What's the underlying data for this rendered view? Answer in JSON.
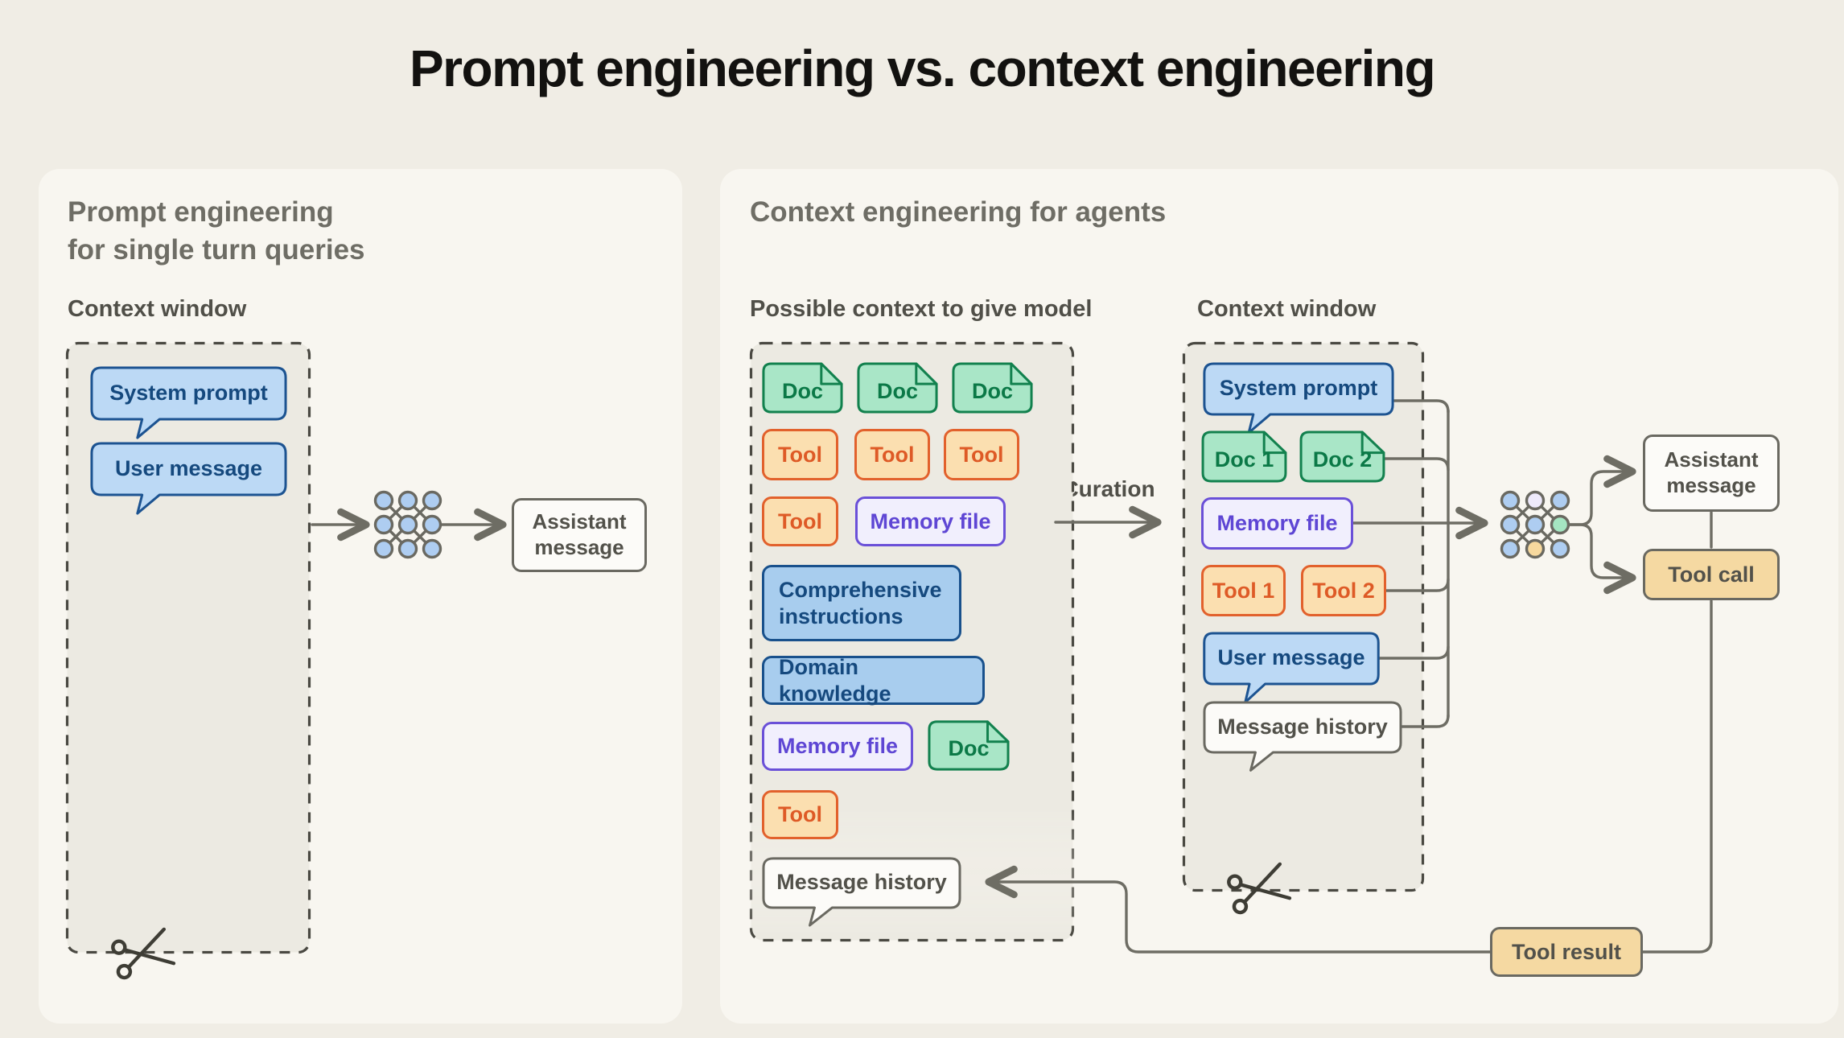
{
  "title": "Prompt engineering vs. context engineering",
  "left": {
    "title_line1": "Prompt engineering",
    "title_line2": "for single turn queries",
    "context_window_label": "Context window",
    "system_prompt": "System prompt",
    "user_message": "User message",
    "assistant_message": "Assistant message"
  },
  "right": {
    "title": "Context engineering for agents",
    "possible_label": "Possible context to give model",
    "window_label": "Context window",
    "curation": "Curation",
    "pc": {
      "doc": "Doc",
      "tool": "Tool",
      "memory": "Memory file",
      "comprehensive": "Comprehensive instructions",
      "domain": "Domain knowledge",
      "message_history": "Message history"
    },
    "cw": {
      "system_prompt": "System prompt",
      "doc1": "Doc 1",
      "doc2": "Doc 2",
      "memory": "Memory file",
      "tool1": "Tool 1",
      "tool2": "Tool 2",
      "user_message": "User message",
      "message_history": "Message history"
    },
    "out": {
      "assistant": "Assistant message",
      "tool_call": "Tool call",
      "tool_result": "Tool result"
    }
  },
  "icons": {
    "model_icon": "neural-network",
    "scissors_icon": "scissors",
    "doc_icon": "document-page-fold",
    "bubble_icon": "speech-bubble"
  },
  "colors": {
    "page_background": "#F0EDE5",
    "panel_background": "#F8F6F0",
    "dashed_box_fill": "#ECEAE2",
    "dashed_border": "#4A4942",
    "line": "#6E6D64",
    "blue_fill": "#BCD9F5",
    "blue_rect_fill": "#A8CDEE",
    "blue_border": "#1C5391",
    "green_fill": "#A9E6C7",
    "green_border": "#12814E",
    "orange_fill": "#FBDFB0",
    "orange_border": "#E2612C",
    "purple_fill": "#F1EFFD",
    "purple_border": "#6A50D8",
    "tan_fill": "#F5D9A2",
    "net_blue": "#AECDF1",
    "net_lavender": "#EEEAFB",
    "net_green": "#A5E5C2",
    "net_orange": "#F7D99E"
  }
}
